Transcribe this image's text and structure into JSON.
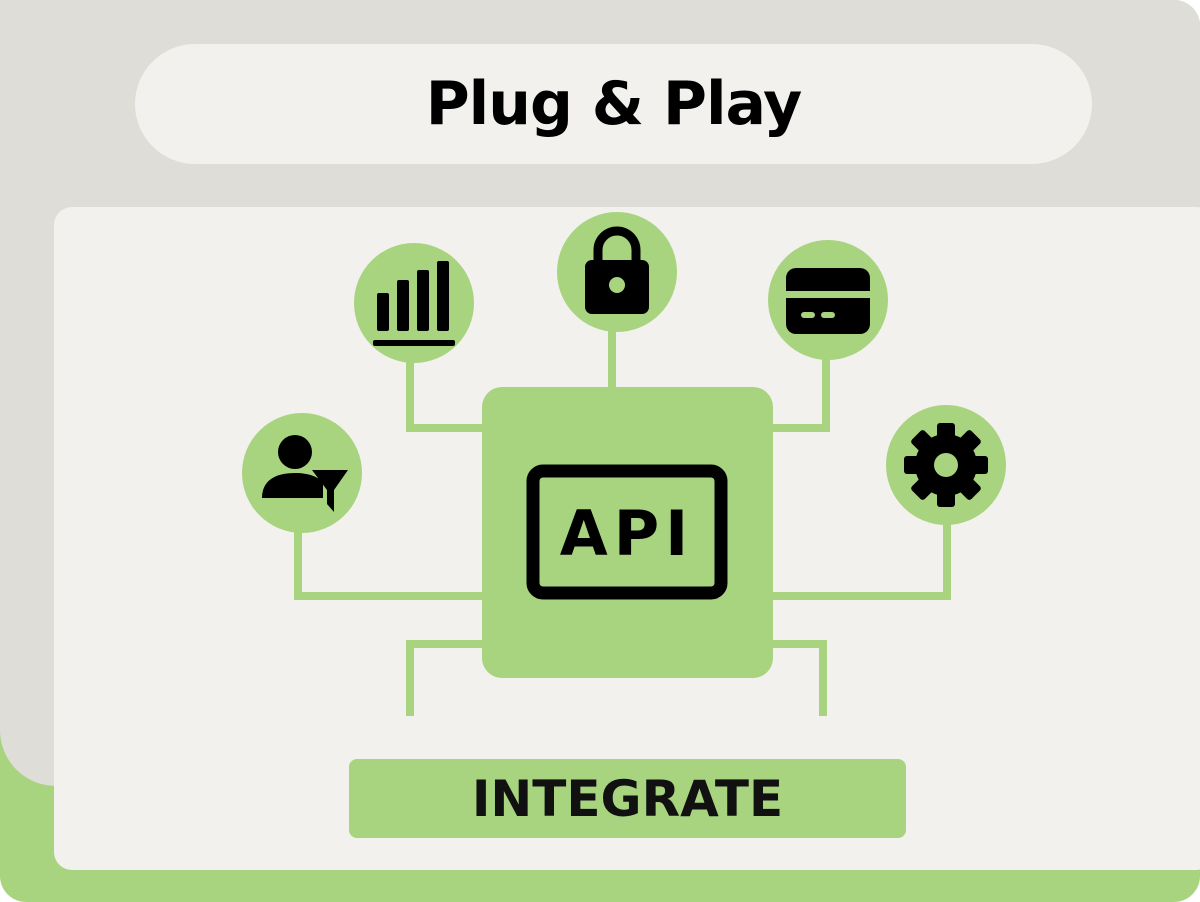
{
  "title": "Plug & Play",
  "chip_label": "API",
  "integrate_label": "INTEGRATE",
  "icons": [
    "user-filter-icon",
    "bar-chart-icon",
    "lock-icon",
    "credit-card-icon",
    "gear-icon"
  ],
  "colors": {
    "green": "#a8d47f",
    "frame": "#dfddd8",
    "panel": "#f2f1ed",
    "ink": "#000000"
  }
}
